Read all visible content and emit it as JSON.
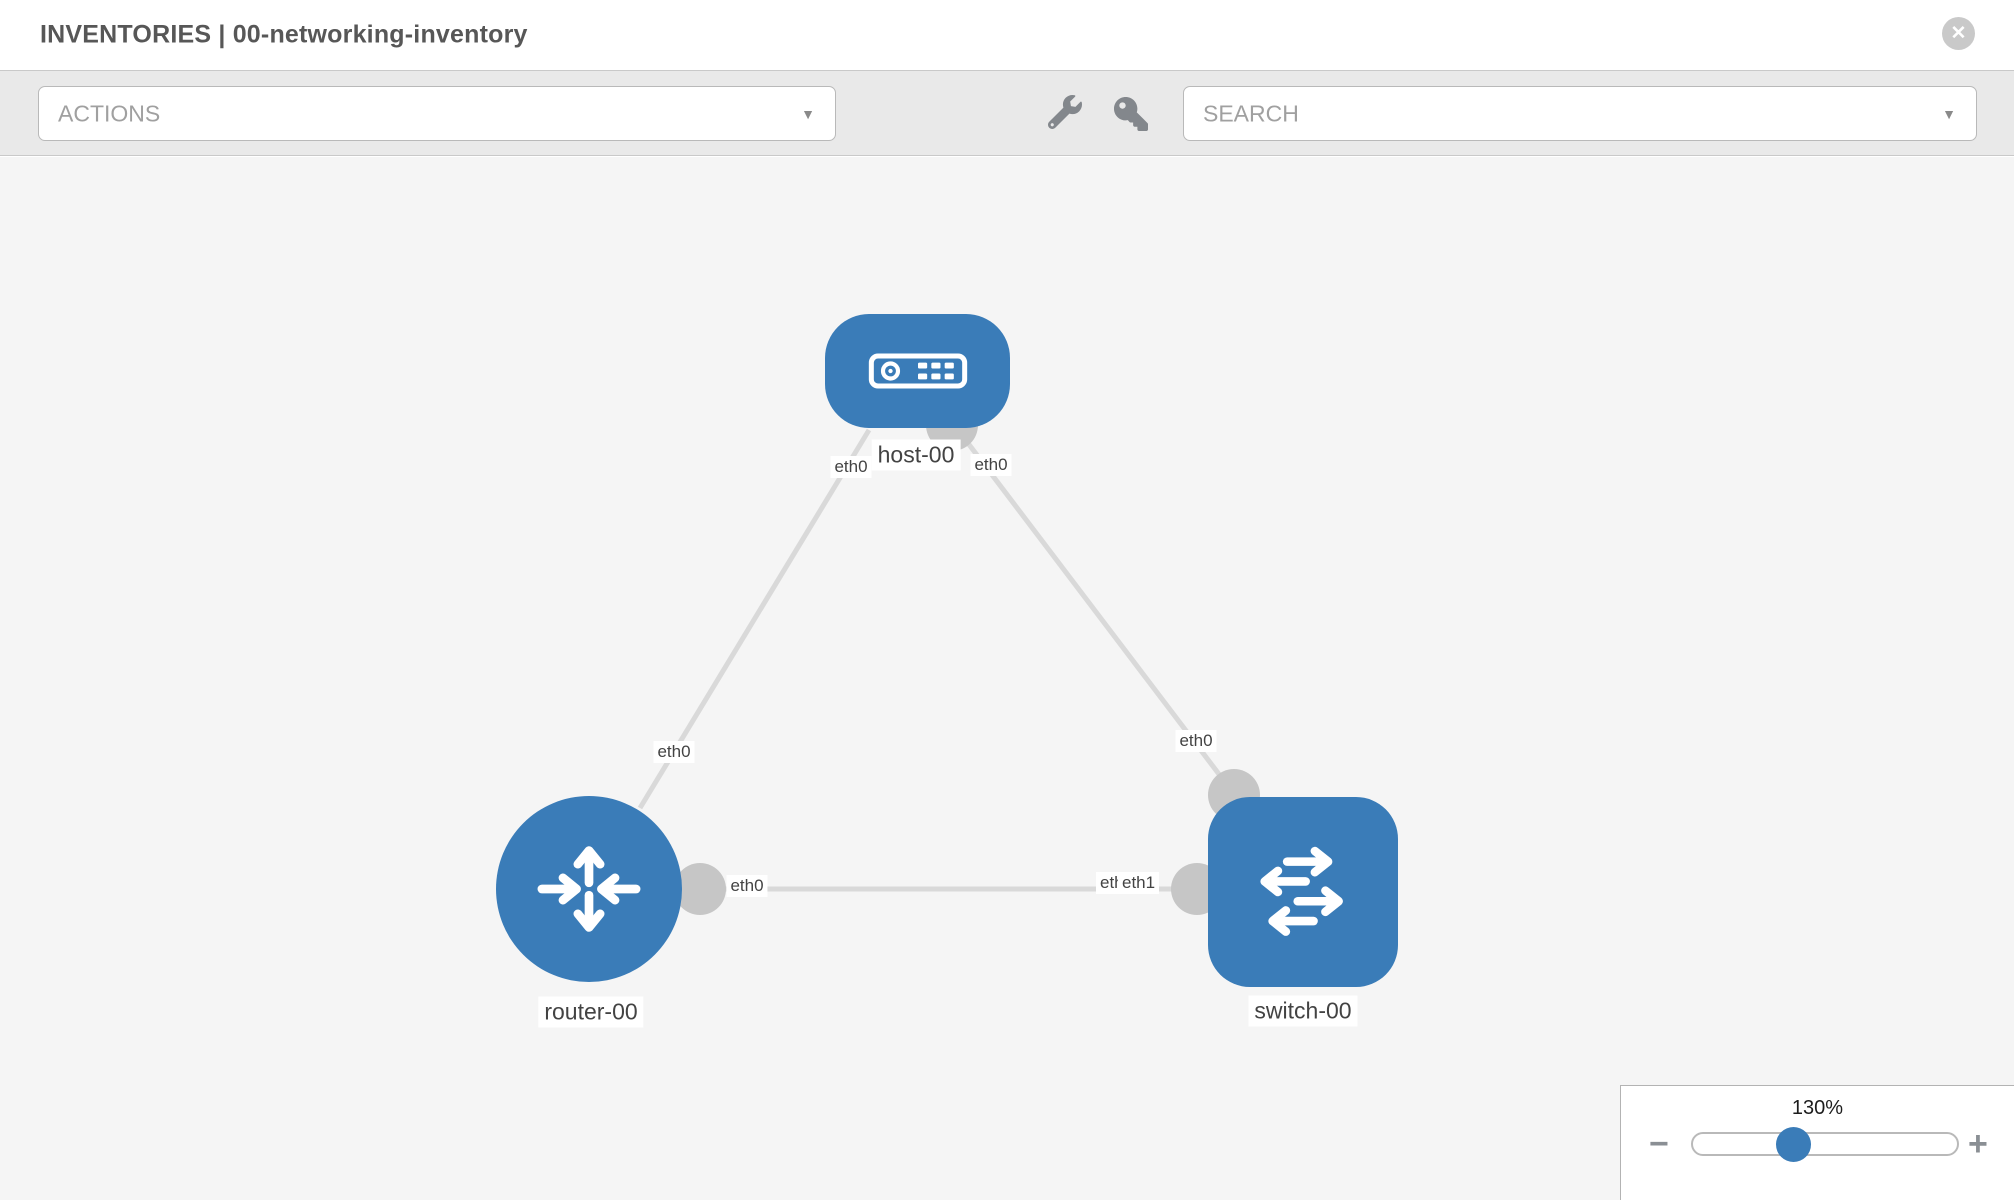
{
  "header": {
    "title": "INVENTORIES | 00-networking-inventory",
    "close_glyph": "✕"
  },
  "toolbar": {
    "actions_label": "ACTIONS",
    "search_placeholder": "SEARCH",
    "caret_glyph": "▼",
    "icons": [
      "wrench-icon",
      "key-icon"
    ]
  },
  "topology": {
    "nodes": [
      {
        "label": "host-00",
        "type": "host"
      },
      {
        "label": "router-00",
        "type": "router"
      },
      {
        "label": "switch-00",
        "type": "switch"
      }
    ],
    "links": [
      {
        "from": "host-00",
        "from_if": "eth0",
        "to": "router-00",
        "to_if": "eth0"
      },
      {
        "from": "host-00",
        "from_if": "eth0",
        "to": "switch-00",
        "to_if": "eth0"
      },
      {
        "from": "router-00",
        "from_if": "eth0",
        "to": "switch-00",
        "to_if": "eth1"
      }
    ],
    "interface_labels": {
      "host_left": "eth0",
      "host_right": "eth0",
      "router_top": "eth0",
      "router_right": "eth0",
      "switch_top": "eth0",
      "switch_left": "eth1",
      "switch_left_hidden": "eth0"
    }
  },
  "zoom_control": {
    "level": "130%",
    "minus_glyph": "−",
    "plus_glyph": "+"
  },
  "colors": {
    "node_blue": "#3a7cb8",
    "edge_gray": "#d9d9d9",
    "connector_gray": "#c6c6c6",
    "canvas_bg": "#f5f5f5",
    "toolbar_bg": "#e9e9e9"
  }
}
